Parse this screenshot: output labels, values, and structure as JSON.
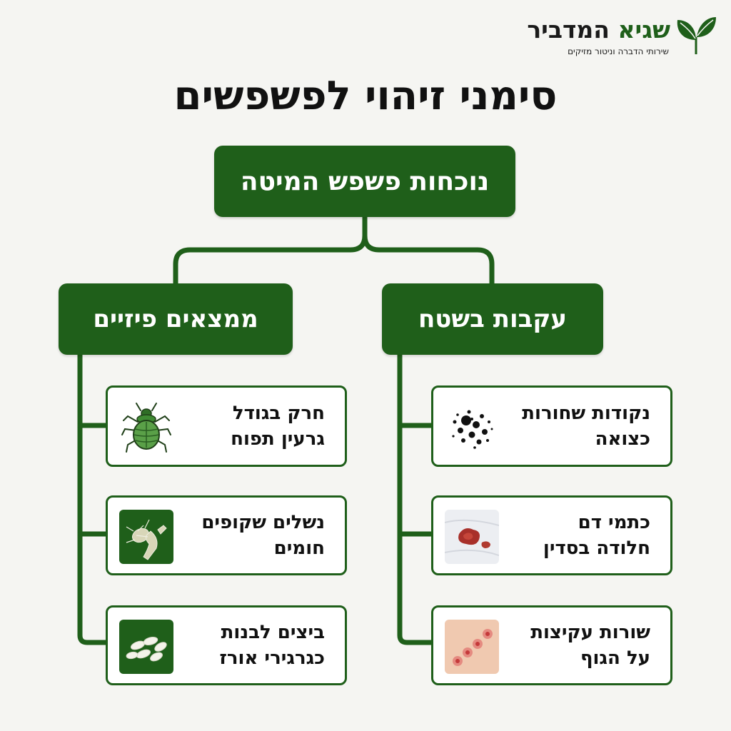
{
  "logo": {
    "name_green": "שגיא",
    "name_dark": "המדביר",
    "tagline": "שירותי הדברה וניטור מזיקים"
  },
  "title": "סימני זיהוי לפשפשים",
  "root": {
    "label": "נוכחות פשפש המיטה"
  },
  "branches": {
    "physical": {
      "label": "ממצאים פיזיים",
      "items": [
        {
          "line1": "חרק בגודל",
          "line2": "גרעין תפוח",
          "icon": "bedbug-icon"
        },
        {
          "line1": "נשלים שקופים",
          "line2": "חומים",
          "icon": "shed-skin-icon"
        },
        {
          "line1": "ביצים לבנות",
          "line2": "כגרגירי אורז",
          "icon": "eggs-icon"
        }
      ]
    },
    "traces": {
      "label": "עקבות בשטח",
      "items": [
        {
          "line1": "נקודות שחורות",
          "line2": "כצואה",
          "icon": "black-dots-icon"
        },
        {
          "line1": "כתמי דם",
          "line2": "חלודה בסדין",
          "icon": "blood-stain-icon"
        },
        {
          "line1": "שורות עקיצות",
          "line2": "על הגוף",
          "icon": "bite-marks-icon"
        }
      ]
    }
  },
  "colors": {
    "brand_green": "#1f5f1a",
    "background": "#f5f5f2",
    "card_bg": "#ffffff",
    "text": "#111111"
  }
}
